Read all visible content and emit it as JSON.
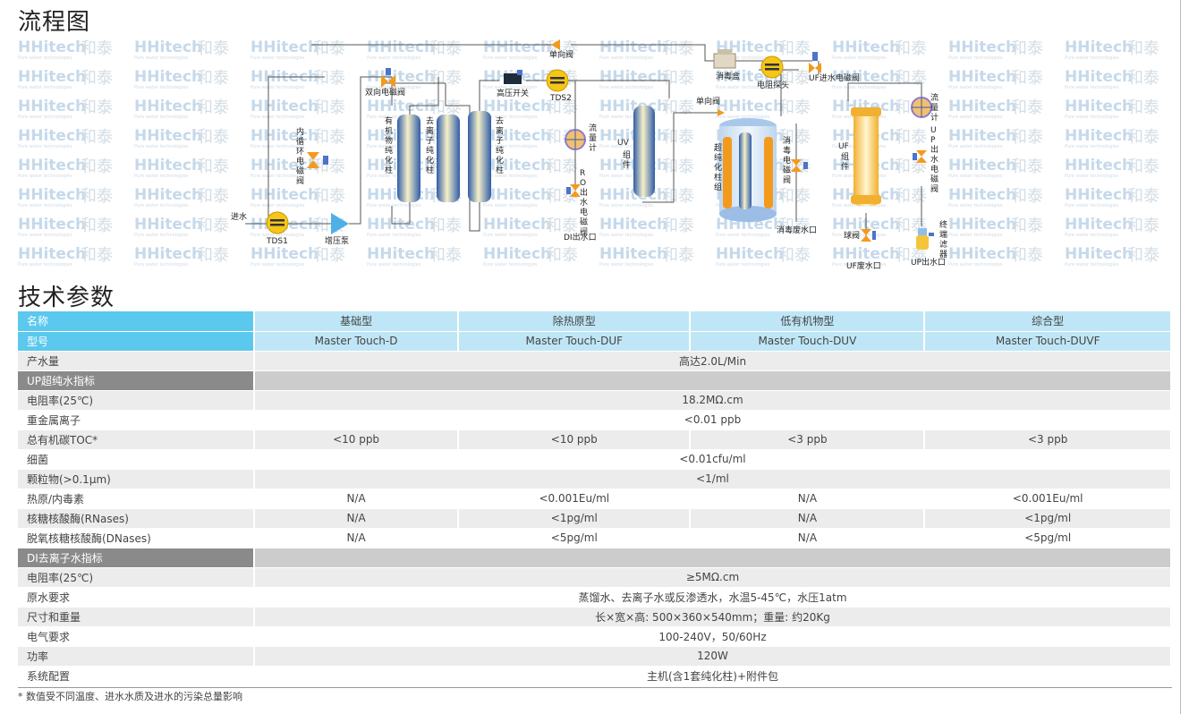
{
  "section_flow_title": "流程图",
  "section_params_title": "技术参数",
  "watermark": {
    "brand": "HHitech",
    "cn": "和泰",
    "sub": "Pure water technologies"
  },
  "diagram": {
    "feed_in": "进水",
    "tds1": "TDS1",
    "booster_pump": "增压泵",
    "inner_valve": "内循环电磁阀",
    "two_way_valve": "双向电磁阀",
    "organic_col": "有机物纯化柱",
    "deion_col1": "去离子纯化柱",
    "deion_col2": "去离子纯化柱",
    "hp_switch": "高压开关",
    "tds2": "TDS2",
    "check_valve_top": "单向阀",
    "flowmeter1": "流量计",
    "ro_valve": "RO出水电磁阀",
    "di_outlet": "DI出水口",
    "uv_unit": "UV组件",
    "check_valve": "单向阀",
    "sterilizer": "消毒盒",
    "ultra_col": "超纯化柱组",
    "resist_probe": "电阻探头",
    "disinfect_valve": "消毒电磁阀",
    "disinfect_drain": "消毒废水口",
    "uf_in_valve": "UF进水电磁阀",
    "uf_unit": "UF组件",
    "ball_valve": "球阀",
    "uf_drain": "UF废水口",
    "flowmeter2": "流量计",
    "up_valve": "UP出水电磁阀",
    "terminal_filter": "终端滤器",
    "up_outlet": "UP出水口"
  },
  "table": {
    "header_name": "名称",
    "header_model": "型号",
    "types": [
      "基础型",
      "除热原型",
      "低有机物型",
      "综合型"
    ],
    "models": [
      "Master Touch-D",
      "Master Touch-DUF",
      "Master Touch-DUV",
      "Master Touch-DUVF"
    ],
    "rows": [
      {
        "kind": "span",
        "label": "产水量",
        "value": "高达2.0L/Min"
      },
      {
        "kind": "section",
        "label": "UP超纯水指标"
      },
      {
        "kind": "span",
        "label": "电阻率(25℃)",
        "value": "18.2MΩ.cm"
      },
      {
        "kind": "span",
        "label": "重金属离子",
        "value": "<0.01 ppb"
      },
      {
        "kind": "cols",
        "label": "总有机碳TOC*",
        "values": [
          "<10 ppb",
          "<10 ppb",
          "<3 ppb",
          "<3 ppb"
        ]
      },
      {
        "kind": "span",
        "label": "细菌",
        "value": "<0.01cfu/ml"
      },
      {
        "kind": "span",
        "label": "颗粒物(>0.1µm)",
        "value": "<1/ml"
      },
      {
        "kind": "cols",
        "label": "热原/内毒素",
        "values": [
          "N/A",
          "<0.001Eu/ml",
          "N/A",
          "<0.001Eu/ml"
        ]
      },
      {
        "kind": "cols",
        "label": "核糖核酸酶(RNases)",
        "values": [
          "N/A",
          "<1pg/ml",
          "N/A",
          "<1pg/ml"
        ]
      },
      {
        "kind": "cols",
        "label": "脱氧核糖核酸酶(DNases)",
        "values": [
          "N/A",
          "<5pg/ml",
          "N/A",
          "<5pg/ml"
        ]
      },
      {
        "kind": "section",
        "label": "DI去离子水指标"
      },
      {
        "kind": "span",
        "label": "电阻率(25℃)",
        "value": "≥5MΩ.cm"
      },
      {
        "kind": "span",
        "label": "原水要求",
        "value": "蒸馏水、去离子水或反渗透水，水温5-45℃，水压1atm"
      },
      {
        "kind": "span",
        "label": "尺寸和重量",
        "value": "长×宽×高: 500×360×540mm；重量: 约20Kg"
      },
      {
        "kind": "span",
        "label": "电气要求",
        "value": "100-240V，50/60Hz"
      },
      {
        "kind": "span",
        "label": "功率",
        "value": "120W"
      },
      {
        "kind": "span",
        "label": "系统配置",
        "value": "主机(含1套纯化柱)+附件包"
      }
    ]
  },
  "footnote": "* 数值受不同温度、进水水质及进水的污染总量影响",
  "colors": {
    "header_blue": "#5bc8ee",
    "header_light": "#bfe6f6",
    "section_gray": "#8a8a8a",
    "pipe": "#555555",
    "valve": "#f39a1c"
  }
}
